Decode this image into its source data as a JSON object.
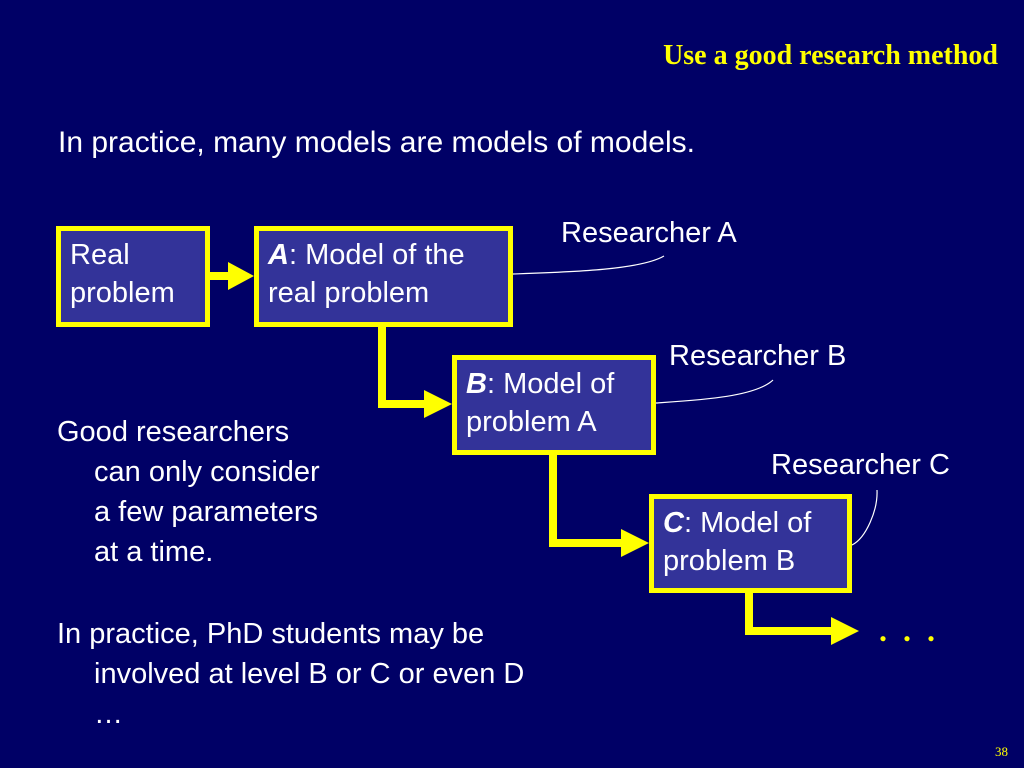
{
  "slide": {
    "title": "Use a good research method",
    "intro": "In practice, many models are models of models.",
    "page_number": "38",
    "colors": {
      "background": "#000066",
      "box_fill": "#333399",
      "accent": "#ffff00",
      "text": "#ffffff"
    }
  },
  "diagram": {
    "boxes": {
      "real": {
        "line1": "Real",
        "line2": "problem"
      },
      "a": {
        "label": "A",
        "line1_rest": ": Model of the",
        "line2": "real problem"
      },
      "b": {
        "label": "B",
        "line1_rest": ": Model of",
        "line2": "problem A"
      },
      "c": {
        "label": "C",
        "line1_rest": ": Model of",
        "line2": "problem B"
      }
    },
    "researchers": {
      "a": "Researcher A",
      "b": "Researcher B",
      "c": "Researcher C"
    },
    "continuation": ". . ."
  },
  "notes": {
    "good": [
      "Good researchers",
      "can only consider",
      "a few parameters",
      "at a time."
    ],
    "phd": [
      "In practice, PhD students may be",
      "involved at level B or C or even D",
      "…"
    ]
  }
}
